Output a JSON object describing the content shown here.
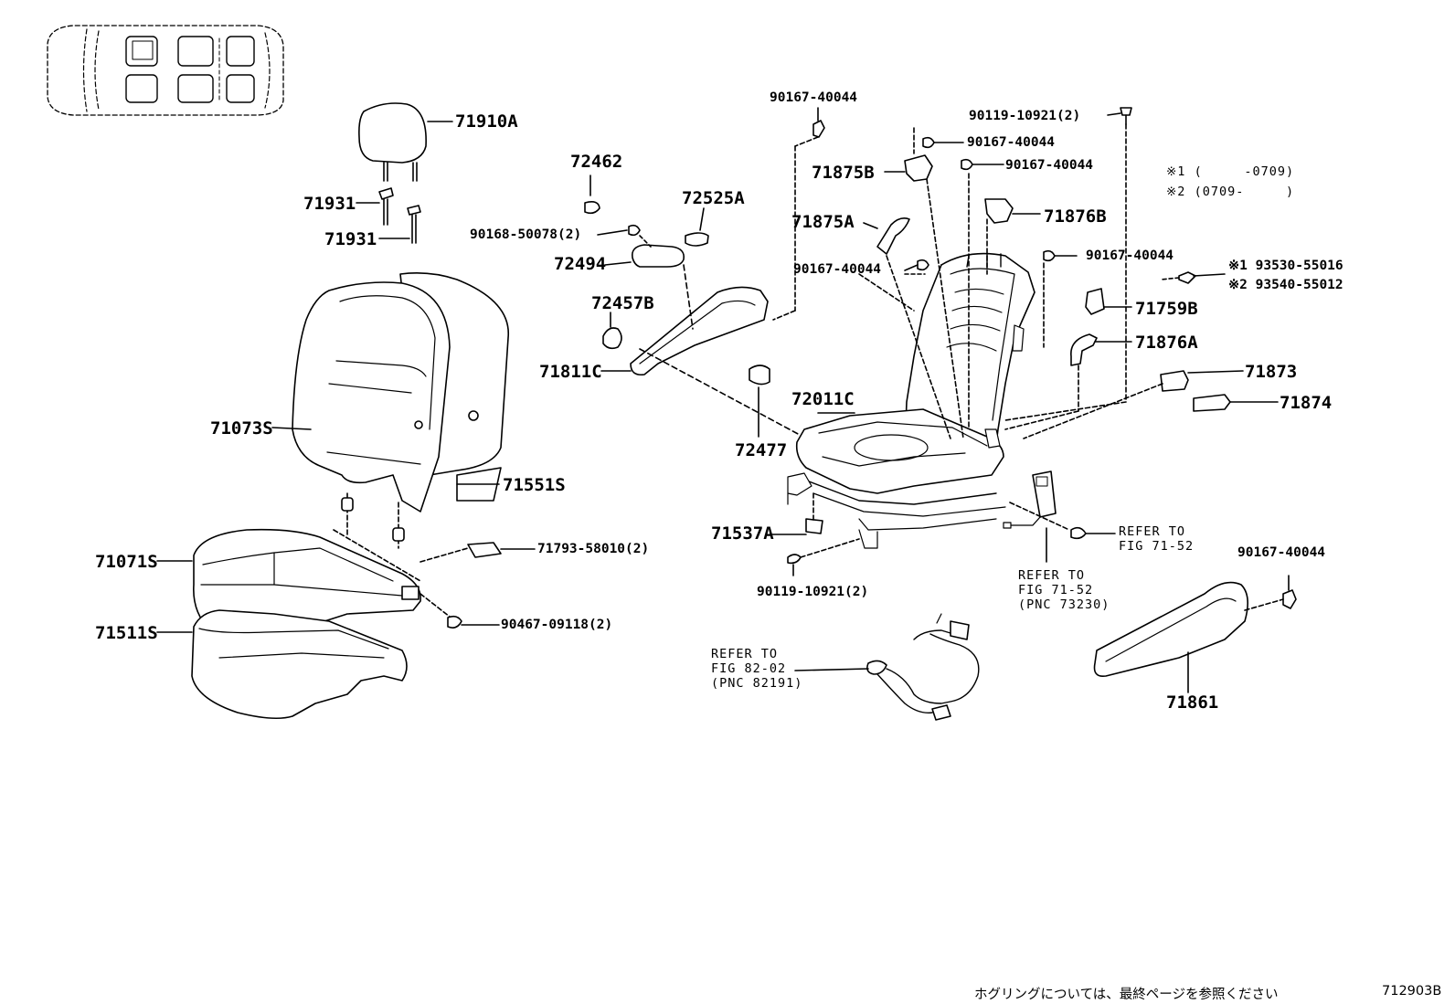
{
  "labels": {
    "p71910A": "71910A",
    "p71931a": "71931",
    "p71931b": "71931",
    "p71073S": "71073S",
    "p71551S": "71551S",
    "p71071S": "71071S",
    "p71511S": "71511S",
    "p71793": "71793-58010(2)",
    "p90467": "90467-09118(2)",
    "p72462": "72462",
    "p72525A": "72525A",
    "p90168": "90168-50078(2)",
    "p72494": "72494",
    "p72457B": "72457B",
    "p71811C": "71811C",
    "p72477": "72477",
    "p90167_top": "90167-40044",
    "p71875B": "71875B",
    "p71875A": "71875A",
    "p90167_mid": "90167-40044",
    "p72011C": "72011C",
    "p71537A": "71537A",
    "p90119_bot": "90119-10921(2)",
    "p90119_top": "90119-10921(2)",
    "p90167_r1": "90167-40044",
    "p90167_r2": "90167-40044",
    "p71876B": "71876B",
    "p90167_r3": "90167-40044",
    "p93530": "※1 93530-55016",
    "p93540": "※2 93540-55012",
    "p71759B": "71759B",
    "p71876A": "71876A",
    "p71873": "71873",
    "p71874": "71874",
    "p90167_r4": "90167-40044",
    "p71861": "71861"
  },
  "notes": {
    "n1": "※1 (     -0709)",
    "n2": "※2 (0709-     )"
  },
  "refs": {
    "ref1": "REFER TO\nFIG 71-52",
    "ref2": "REFER TO\nFIG 71-52\n(PNC 73230)",
    "ref3": "REFER TO\nFIG 82-02\n(PNC 82191)"
  },
  "footer": {
    "note": "ホグリングについては、最終ページを参照ください",
    "code": "712903B"
  }
}
